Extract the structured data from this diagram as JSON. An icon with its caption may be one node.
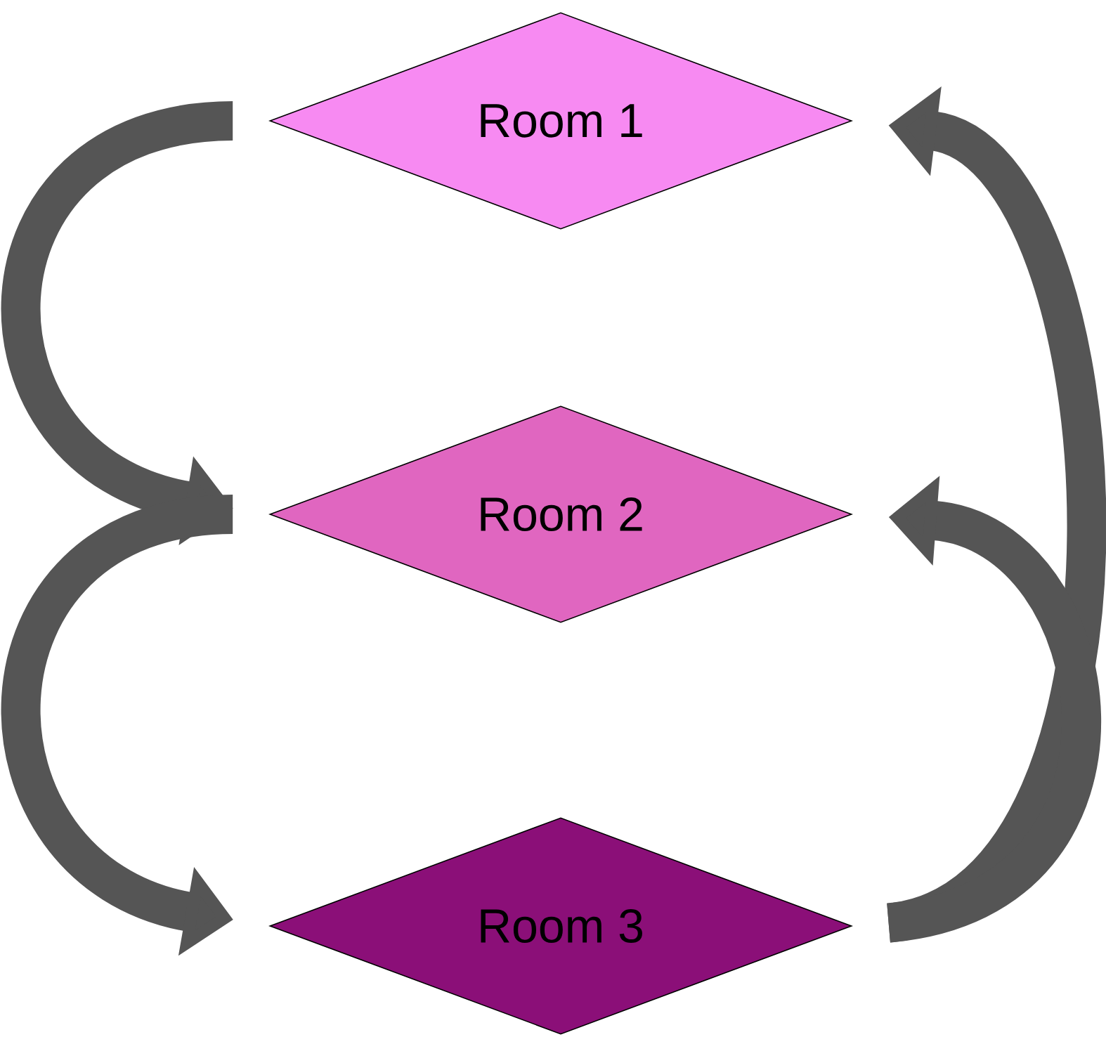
{
  "diagram": {
    "nodes": [
      {
        "text": [
          "Room 1"
        ]
      },
      {
        "text": [
          "Room 2"
        ]
      },
      {
        "text": [
          "Room 3"
        ]
      }
    ],
    "edges": [
      {
        "from": 0,
        "to": 1,
        "arrow": "to"
      },
      {
        "from": 1,
        "to": 2,
        "arrow": "to"
      },
      {
        "from": 2,
        "to": 0,
        "arrow": "to"
      },
      {
        "from": 2,
        "to": 1,
        "arrow": "to"
      }
    ]
  }
}
